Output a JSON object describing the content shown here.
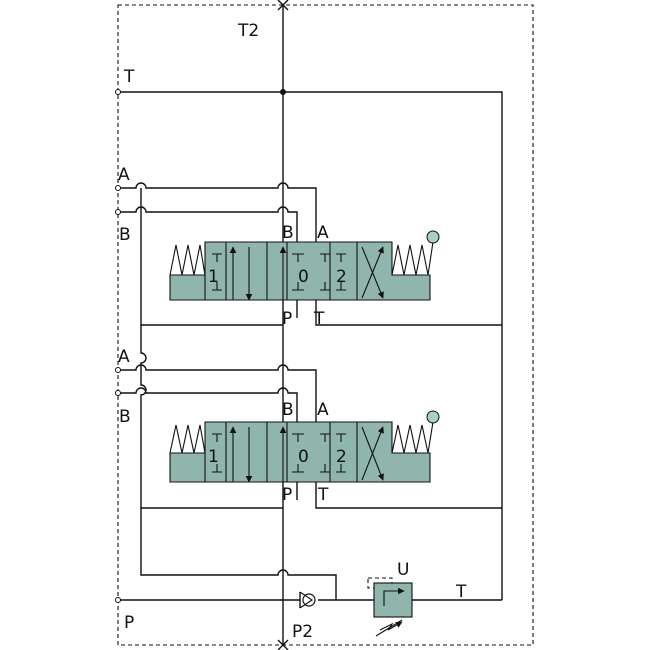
{
  "labels": {
    "t2": "T2",
    "t_left": "T",
    "a_top": "A",
    "b_top": "B",
    "a_bottom": "A",
    "b_bottom": "B",
    "p_left": "P",
    "p2": "P2",
    "u": "U",
    "t_right": "T"
  },
  "valves": [
    {
      "port_b": "B",
      "port_a": "A",
      "port_p": "P",
      "port_t": "T",
      "pos1": "1",
      "pos0": "0",
      "pos2": "2"
    },
    {
      "port_b": "B",
      "port_a": "A",
      "port_p": "P",
      "port_t": "T",
      "pos1": "1",
      "pos0": "0",
      "pos2": "2"
    }
  ],
  "colors": {
    "valve_fill": "#8fb5ad",
    "line": "#111111"
  }
}
